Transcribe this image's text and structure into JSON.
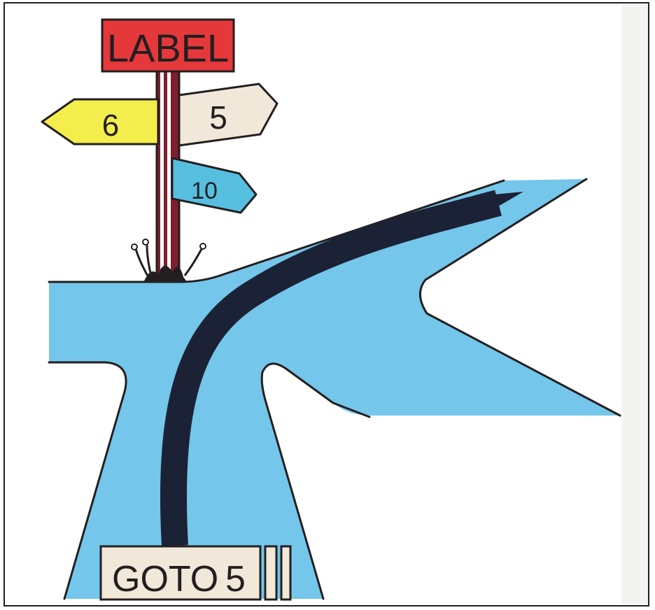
{
  "illustration": {
    "signpost": {
      "header_label": "LABEL",
      "arrow_left_label": "6",
      "arrow_right_label": "5",
      "arrow_small_label": "10"
    },
    "command_box": {
      "keyword": "GOTO",
      "target": "5"
    },
    "colors": {
      "road_blue": "#74c6ea",
      "path_arrow_navy": "#1c2236",
      "label_red": "#e5383b",
      "sign_yellow": "#f4ee4c",
      "sign_cream": "#f1e8d9",
      "sign_cyan": "#56bfe0",
      "post_maroon": "#7d1f2d",
      "outline": "#231f20"
    }
  }
}
